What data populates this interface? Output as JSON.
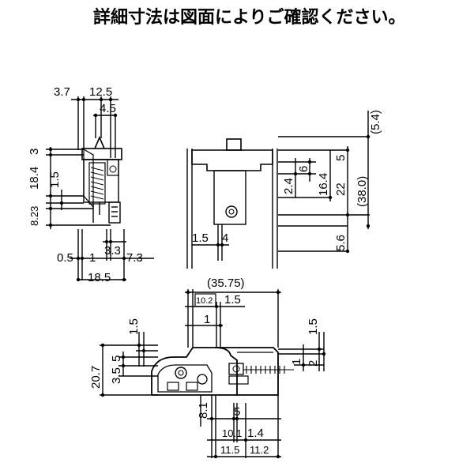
{
  "header": {
    "note": "詳細寸法は図面によりご確認ください。"
  },
  "views": {
    "left": {
      "top": [
        "3.7",
        "12.5",
        "4.5"
      ],
      "side": [
        "3",
        "18.4",
        "1.5",
        "8.23"
      ],
      "bottom": [
        "0.5",
        "1",
        "3.3",
        "7.3",
        "18.5"
      ]
    },
    "right": {
      "right": [
        "(5.4)",
        "5",
        "6",
        "16.4",
        "22",
        "(38.0)",
        "5.6"
      ],
      "left": [
        "2.4",
        "1.5",
        "4"
      ]
    },
    "bottom": {
      "top": [
        "(35.75)",
        "10.2",
        "1.5",
        "1"
      ],
      "left": [
        "1.5",
        "5",
        "3.5",
        "20.7"
      ],
      "right": [
        "1.5",
        "1",
        "2"
      ],
      "under": [
        "8.1",
        "5",
        "10.1",
        "1.4",
        "11.5",
        "11.2"
      ]
    }
  }
}
